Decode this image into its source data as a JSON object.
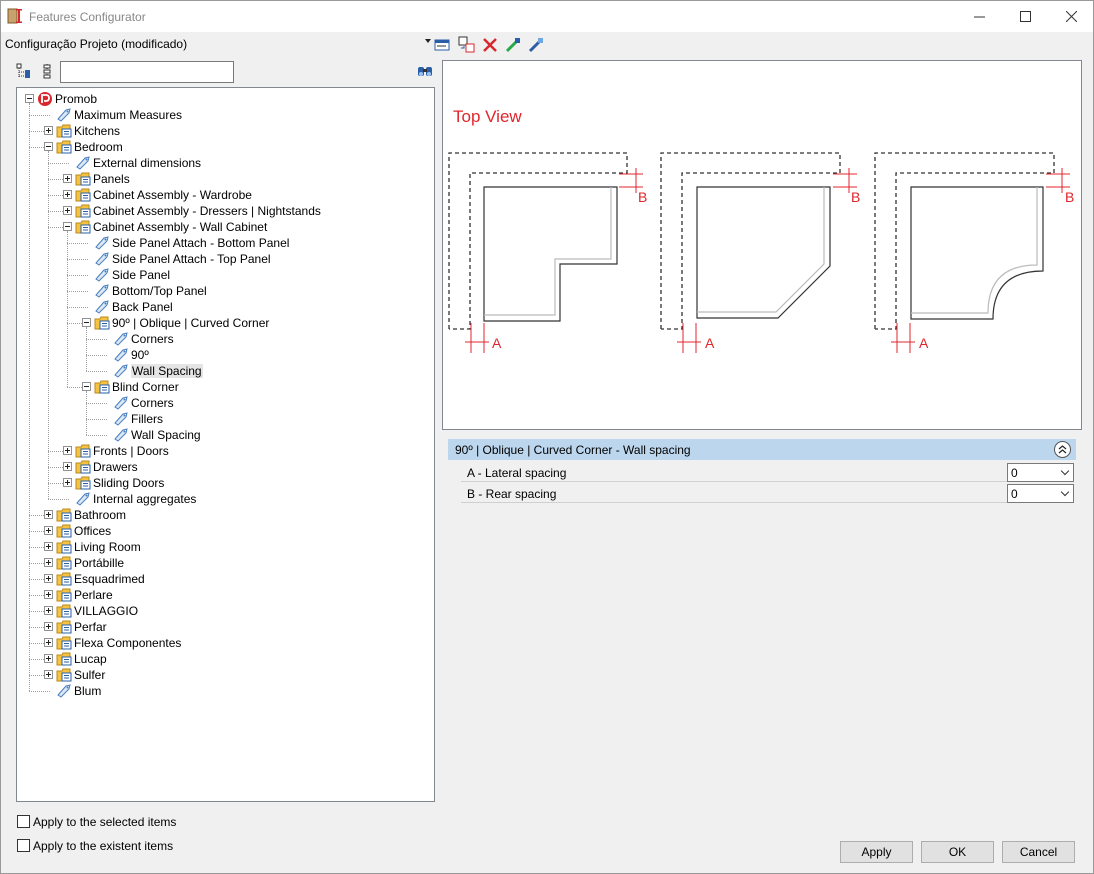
{
  "window": {
    "title": "Features Configurator",
    "minimize": "—",
    "maximize": "☐",
    "close": "✕"
  },
  "config": {
    "selected": "Configuração Projeto (modificado)"
  },
  "tree_search": {
    "value": ""
  },
  "tree": {
    "items": [
      {
        "label": "Promob",
        "level": 0,
        "icon": "promob-logo-icon",
        "exp": "minus"
      },
      {
        "label": "Maximum Measures",
        "level": 1,
        "icon": "tag-icon",
        "exp": ""
      },
      {
        "label": "Kitchens",
        "level": 1,
        "icon": "folder-icon",
        "exp": "plus"
      },
      {
        "label": "Bedroom",
        "level": 1,
        "icon": "folder-icon",
        "exp": "minus"
      },
      {
        "label": "External dimensions",
        "level": 2,
        "icon": "tag-icon",
        "exp": ""
      },
      {
        "label": "Panels",
        "level": 2,
        "icon": "folder-icon",
        "exp": "plus"
      },
      {
        "label": "Cabinet Assembly - Wardrobe",
        "level": 2,
        "icon": "folder-icon",
        "exp": "plus"
      },
      {
        "label": "Cabinet Assembly - Dressers | Nightstands",
        "level": 2,
        "icon": "folder-icon",
        "exp": "plus"
      },
      {
        "label": "Cabinet Assembly - Wall Cabinet",
        "level": 2,
        "icon": "folder-icon",
        "exp": "minus"
      },
      {
        "label": "Side Panel Attach - Bottom Panel",
        "level": 3,
        "icon": "tag-icon",
        "exp": ""
      },
      {
        "label": " Side Panel Attach - Top Panel",
        "level": 3,
        "icon": "tag-icon",
        "exp": ""
      },
      {
        "label": "Side Panel",
        "level": 3,
        "icon": "tag-icon",
        "exp": ""
      },
      {
        "label": "Bottom/Top Panel",
        "level": 3,
        "icon": "tag-icon",
        "exp": ""
      },
      {
        "label": "Back Panel",
        "level": 3,
        "icon": "tag-icon",
        "exp": ""
      },
      {
        "label": "90º | Oblique | Curved Corner",
        "level": 3,
        "icon": "folder-icon",
        "exp": "minus"
      },
      {
        "label": "Corners",
        "level": 4,
        "icon": "tag-icon",
        "exp": ""
      },
      {
        "label": "90º",
        "level": 4,
        "icon": "tag-icon",
        "exp": ""
      },
      {
        "label": "Wall Spacing",
        "level": 4,
        "icon": "tag-icon",
        "exp": "",
        "selected": true
      },
      {
        "label": "Blind Corner",
        "level": 3,
        "icon": "folder-icon",
        "exp": "minus"
      },
      {
        "label": "Corners",
        "level": 4,
        "icon": "tag-icon",
        "exp": ""
      },
      {
        "label": "Fillers",
        "level": 4,
        "icon": "tag-icon",
        "exp": ""
      },
      {
        "label": "Wall Spacing",
        "level": 4,
        "icon": "tag-icon",
        "exp": ""
      },
      {
        "label": "Fronts | Doors",
        "level": 2,
        "icon": "folder-icon",
        "exp": "plus"
      },
      {
        "label": "Drawers",
        "level": 2,
        "icon": "folder-icon",
        "exp": "plus"
      },
      {
        "label": "Sliding Doors",
        "level": 2,
        "icon": "folder-icon",
        "exp": "plus"
      },
      {
        "label": "Internal aggregates",
        "level": 2,
        "icon": "tag-icon",
        "exp": ""
      },
      {
        "label": "Bathroom",
        "level": 1,
        "icon": "folder-icon",
        "exp": "plus"
      },
      {
        "label": "Offices",
        "level": 1,
        "icon": "folder-icon",
        "exp": "plus"
      },
      {
        "label": "Living Room",
        "level": 1,
        "icon": "folder-icon",
        "exp": "plus"
      },
      {
        "label": "Portábille",
        "level": 1,
        "icon": "folder-icon",
        "exp": "plus"
      },
      {
        "label": "Esquadrimed",
        "level": 1,
        "icon": "folder-icon",
        "exp": "plus"
      },
      {
        "label": "Perlare",
        "level": 1,
        "icon": "folder-icon",
        "exp": "plus"
      },
      {
        "label": "VILLAGGIO",
        "level": 1,
        "icon": "folder-icon",
        "exp": "plus"
      },
      {
        "label": "Perfar",
        "level": 1,
        "icon": "folder-icon",
        "exp": "plus"
      },
      {
        "label": "Flexa Componentes",
        "level": 1,
        "icon": "folder-icon",
        "exp": "plus"
      },
      {
        "label": "Lucap",
        "level": 1,
        "icon": "folder-icon",
        "exp": "plus"
      },
      {
        "label": "Sulfer",
        "level": 1,
        "icon": "folder-icon",
        "exp": "plus"
      },
      {
        "label": "Blum",
        "level": 1,
        "icon": "tag-icon",
        "exp": ""
      }
    ]
  },
  "preview": {
    "title": "Top View",
    "label_a": "A",
    "label_b": "B",
    "accent": "#e0262c"
  },
  "properties": {
    "header": "90º | Oblique | Curved Corner - Wall spacing",
    "rows": [
      {
        "label": "A - Lateral spacing",
        "value": "0"
      },
      {
        "label": "B - Rear spacing",
        "value": "0"
      }
    ]
  },
  "options": {
    "apply_selected": "Apply to the selected items",
    "apply_existent": "Apply to the existent items"
  },
  "buttons": {
    "apply": "Apply",
    "ok": "OK",
    "cancel": "Cancel"
  },
  "colors": {
    "header_bg": "#bcd6ee",
    "folder": "#f5c242",
    "tag": "#4a7fc1",
    "brand": "#d9272e"
  }
}
